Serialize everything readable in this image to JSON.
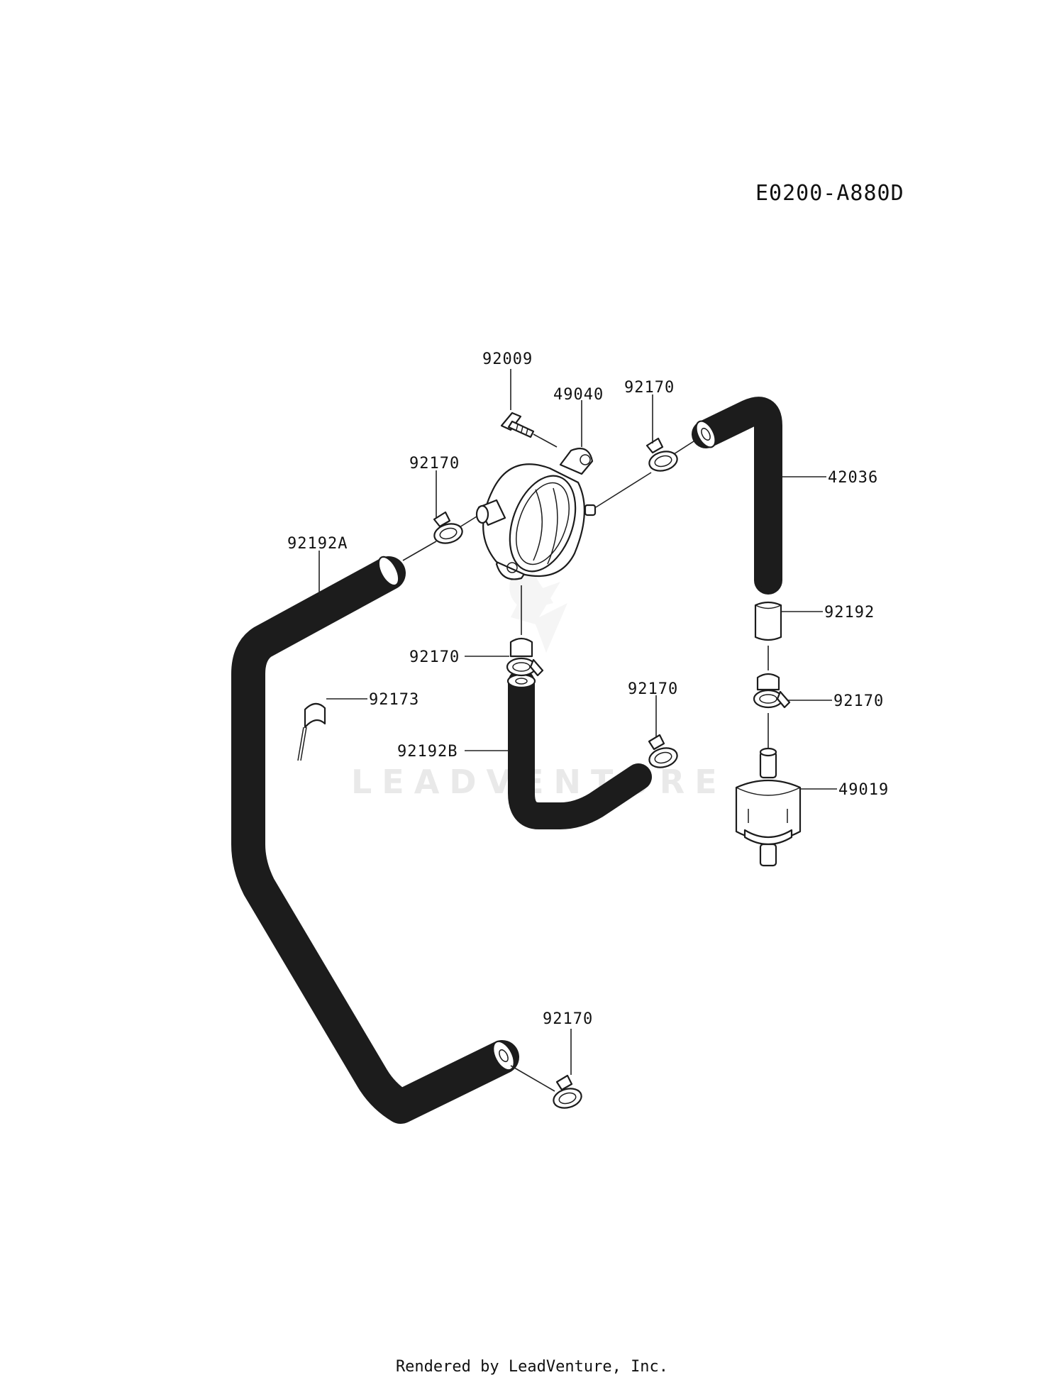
{
  "diagram_code": "E0200-A880D",
  "watermark": "LEADVENTURE",
  "footer": "Rendered by LeadVenture, Inc.",
  "labels": {
    "screw": "92009",
    "pump": "49040",
    "clamp_top": "92170",
    "hose_right": "42036",
    "clamp_left": "92170",
    "hose_left_long": "92192A",
    "clamp_pump_bottom": "92170",
    "clip": "92173",
    "clamp_mid": "92170",
    "hose_short": "92192",
    "clamp_right": "92170",
    "hose_bent": "92192B",
    "filter": "49019",
    "clamp_bottom": "92170"
  }
}
